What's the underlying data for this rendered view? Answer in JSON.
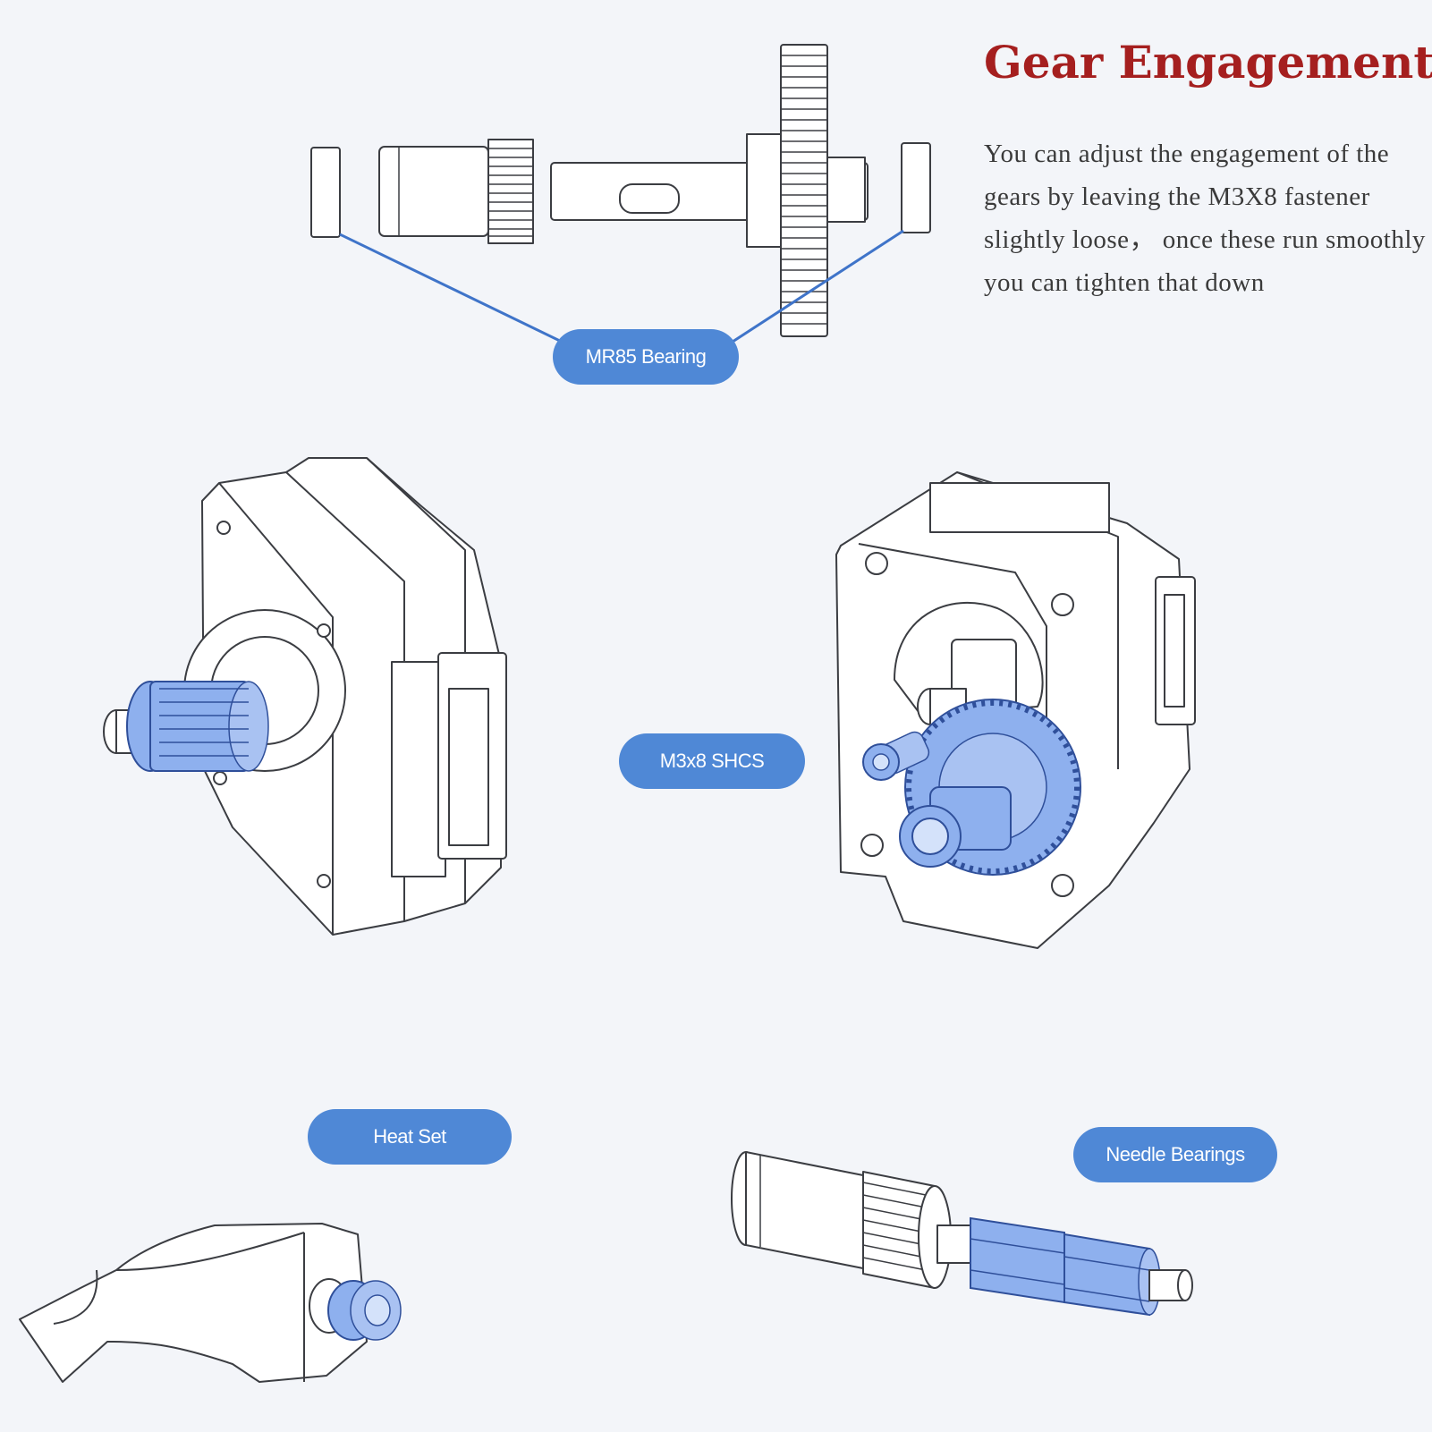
{
  "header": {
    "title": "Gear Engagement",
    "description": "You can adjust the engagement of the gears by leaving the M3X8 fastener slightly loose， once these run smoothly you can tighten that down"
  },
  "labels": {
    "mr85_bearing": "MR85 Bearing",
    "m3x8_shcs": "M3x8 SHCS",
    "heat_set": "Heat Set",
    "needle_bearings": "Needle Bearings"
  },
  "colors": {
    "title": "#a51f1f",
    "label_pill": "#4f88d6",
    "highlight_part": "#8eb0ee",
    "background": "#f3f5f9"
  }
}
